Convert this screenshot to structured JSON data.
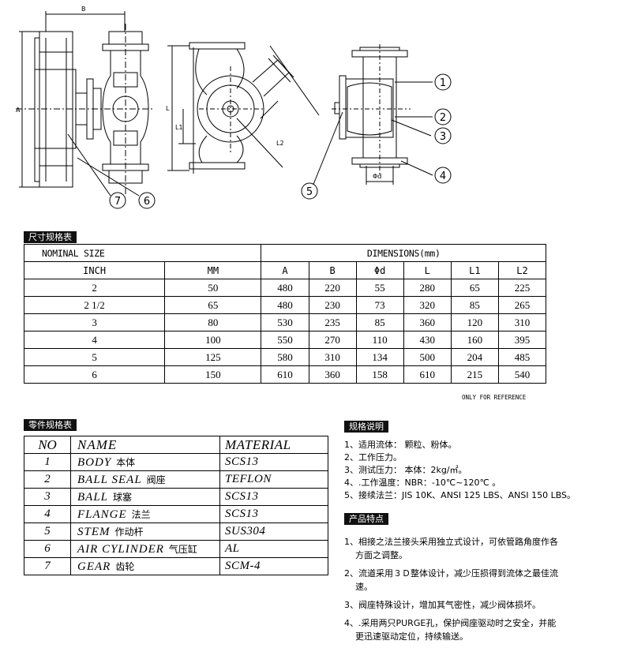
{
  "drawing": {
    "labels": {
      "B": "B",
      "A": "A",
      "L": "L",
      "L1": "L1",
      "L2": "L2",
      "phid": "Φd"
    },
    "callouts": [
      "1",
      "2",
      "3",
      "4",
      "5",
      "6",
      "7"
    ]
  },
  "dimensions_table": {
    "tag": "尺寸规格表",
    "nominal_header": "NOMINAL SIZE",
    "dimensions_header": "DIMENSIONS(mm)",
    "columns": [
      "INCH",
      "MM",
      "A",
      "B",
      "Φd",
      "L",
      "L1",
      "L2"
    ],
    "rows": [
      [
        "2",
        "50",
        "480",
        "220",
        "55",
        "280",
        "65",
        "225"
      ],
      [
        "2 1/2",
        "65",
        "480",
        "230",
        "73",
        "320",
        "85",
        "265"
      ],
      [
        "3",
        "80",
        "530",
        "235",
        "85",
        "360",
        "120",
        "310"
      ],
      [
        "4",
        "100",
        "550",
        "270",
        "110",
        "430",
        "160",
        "395"
      ],
      [
        "5",
        "125",
        "580",
        "310",
        "134",
        "500",
        "204",
        "485"
      ],
      [
        "6",
        "150",
        "610",
        "360",
        "158",
        "610",
        "215",
        "540"
      ]
    ],
    "note": "ONLY FOR REFERENCE"
  },
  "parts_table": {
    "tag": "零件规格表",
    "headers": [
      "NO",
      "NAME",
      "MATERIAL"
    ],
    "rows": [
      {
        "no": "1",
        "name": "BODY",
        "cn": "本体",
        "material": "SCS13"
      },
      {
        "no": "2",
        "name": "BALL SEAL",
        "cn": "阀座",
        "material": "TEFLON"
      },
      {
        "no": "3",
        "name": "BALL",
        "cn": "球塞",
        "material": "SCS13"
      },
      {
        "no": "4",
        "name": "FLANGE",
        "cn": "法兰",
        "material": "SCS13"
      },
      {
        "no": "5",
        "name": "STEM",
        "cn": "作动杆",
        "material": "SUS304"
      },
      {
        "no": "6",
        "name": "AIR CYLINDER",
        "cn": "气压缸",
        "material": "AL"
      },
      {
        "no": "7",
        "name": "GEAR",
        "cn": "齿轮",
        "material": "SCM-4"
      }
    ]
  },
  "spec": {
    "tag": "规格说明",
    "items": [
      "1、适用流体： 颗粒、粉体。",
      "2、工作压力。",
      "3、测试压力： 本体：2kg/㎡。",
      "4、.工作温度：NBR：-10℃~120℃ 。",
      "5、接续法兰：JIS 10K、ANSI 125 LBS、ANSI 150 LBS。"
    ]
  },
  "features": {
    "tag": "产品特点",
    "items": [
      [
        "1、相接之法兰接头采用独立式设计，可依管路角度作各",
        "    方面之调整。"
      ],
      [
        "2、流道采用３Ｄ整体设计，减少压损得到流体之最佳流",
        "    速。"
      ],
      [
        "3、阀座特殊设计，增加其气密性，减少阀体损坏。"
      ],
      [
        "4、.采用两只PURGE孔，保护阀座驱动时之安全，并能",
        "    更迅速驱动定位，持续输送。"
      ]
    ]
  }
}
